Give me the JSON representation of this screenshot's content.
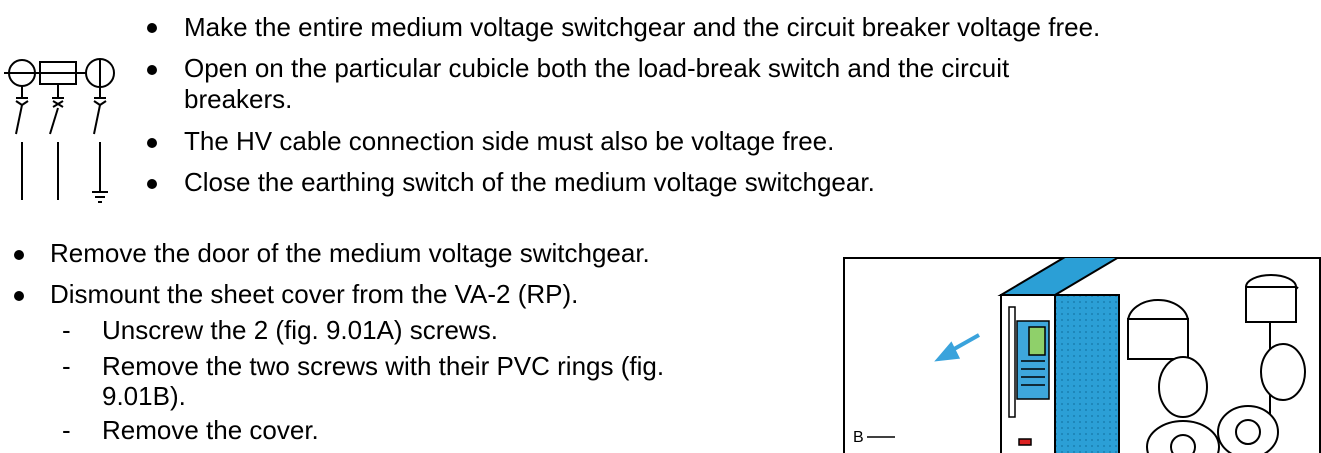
{
  "safety": {
    "bullets": [
      "Make the entire medium voltage switchgear and the circuit breaker voltage free.",
      "Open on the particular cubicle both the load-break switch and the circuit",
      "breakers.",
      "The HV cable connection side must also be voltage free.",
      "Close the earthing switch of the medium voltage switchgear."
    ],
    "symbol_icon": "switching-symbols-icon"
  },
  "procedure": {
    "steps": [
      "Remove the door of the medium voltage switchgear.",
      "Dismount the sheet cover from the VA-2 (RP)."
    ],
    "dash_marker": "-",
    "substeps": [
      "Unscrew the 2 (fig. 9.01A) screws.",
      "Remove the two screws with their PVC rings (fig.",
      "9.01B).",
      "Remove the cover."
    ]
  },
  "figure": {
    "label_b": "B",
    "icon": "switchgear-illustration",
    "colors": {
      "panel": "#2b9fd6",
      "arrow": "#3aa3dc",
      "display": "#8fd06a"
    }
  }
}
